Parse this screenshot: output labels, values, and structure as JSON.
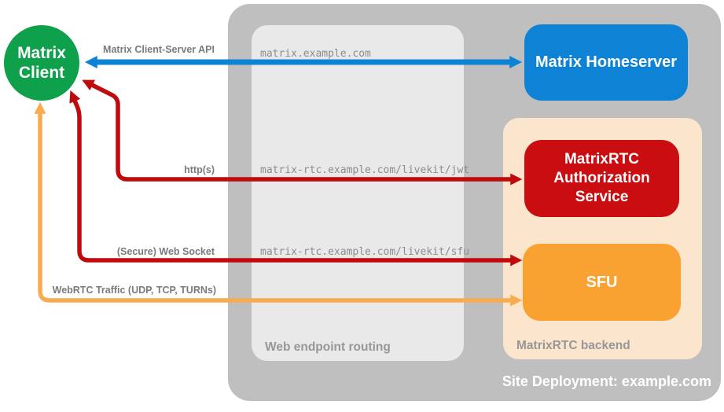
{
  "client": {
    "label": "Matrix Client"
  },
  "nodes": {
    "homeserver": "Matrix Homeserver",
    "auth_service": "MatrixRTC Authorization Service",
    "sfu": "SFU"
  },
  "containers": {
    "site": "Site Deployment: example.com",
    "routing": "Web endpoint routing",
    "backend": "MatrixRTC backend"
  },
  "routes": {
    "homeserver_host": "matrix.example.com",
    "jwt_path": "matrix-rtc.example.com/livekit/jwt",
    "sfu_path": "matrix-rtc.example.com/livekit/sfu"
  },
  "arrows": {
    "cs_api": "Matrix Client-Server API",
    "https": "http(s)",
    "websocket": "(Secure) Web Socket",
    "webrtc": "WebRTC Traffic (UDP, TCP, TURNs)"
  },
  "colors": {
    "client_green": "#0ea04b",
    "homeserver_blue": "#0e82d4",
    "auth_red": "#c90d10",
    "red_arrow": "#c00b0e",
    "sfu_orange": "#f9a232",
    "orange_arrow": "#f9ab4f",
    "site_gray": "#bfbfbf",
    "routing_gray": "#e9e9e9",
    "backend_peach": "#fce5cd",
    "label_gray": "#7a7a7a",
    "mono_gray": "#8c8c8c"
  }
}
